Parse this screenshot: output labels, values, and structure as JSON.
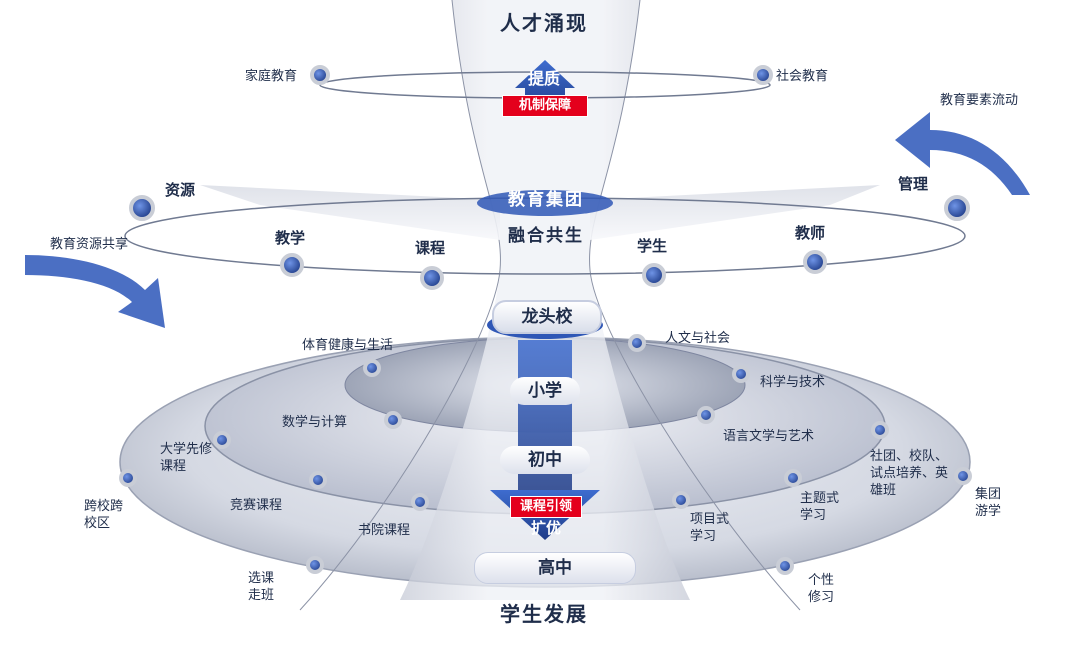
{
  "top_title": "人才涌现",
  "bottom_title": "学生发展",
  "top_ring": {
    "left": "家庭教育",
    "right": "社会教育"
  },
  "upgrade": {
    "arrow_label": "提质",
    "mechanism": "机制保障"
  },
  "center": {
    "group": "教育集团",
    "fusion": "融合共生",
    "leader": "龙头校",
    "primary": "小学",
    "junior": "初中",
    "senior": "高中"
  },
  "middle_ring": {
    "resources": "资源",
    "teaching": "教学",
    "courses": "课程",
    "students": "学生",
    "teachers": "教师",
    "management": "管理"
  },
  "flows": {
    "left": "教育资源共享",
    "right": "教育要素流动"
  },
  "lower": {
    "pe": "体育健康与生活",
    "humanities": "人文与社会",
    "science": "科学与技术",
    "math": "数学与计算",
    "language": "语言文学与艺术",
    "university_prep": "大学先修课程",
    "clubs": "社团、校队、试点培养、英雄班",
    "cross_school": "跨校跨校区",
    "competition": "竞赛课程",
    "academy": "书院课程",
    "project": "项目式学习",
    "theme": "主题式学习",
    "group_study": "集团游学",
    "elective": "选课走班",
    "personal": "个性修习"
  },
  "lead": {
    "course_lead": "课程引领",
    "expand": "扩优"
  },
  "colors": {
    "navy": "#1f3c88",
    "accent_blue": "#2b56b8",
    "red": "#e4001c",
    "ring_grey": "#c9cdd6"
  }
}
